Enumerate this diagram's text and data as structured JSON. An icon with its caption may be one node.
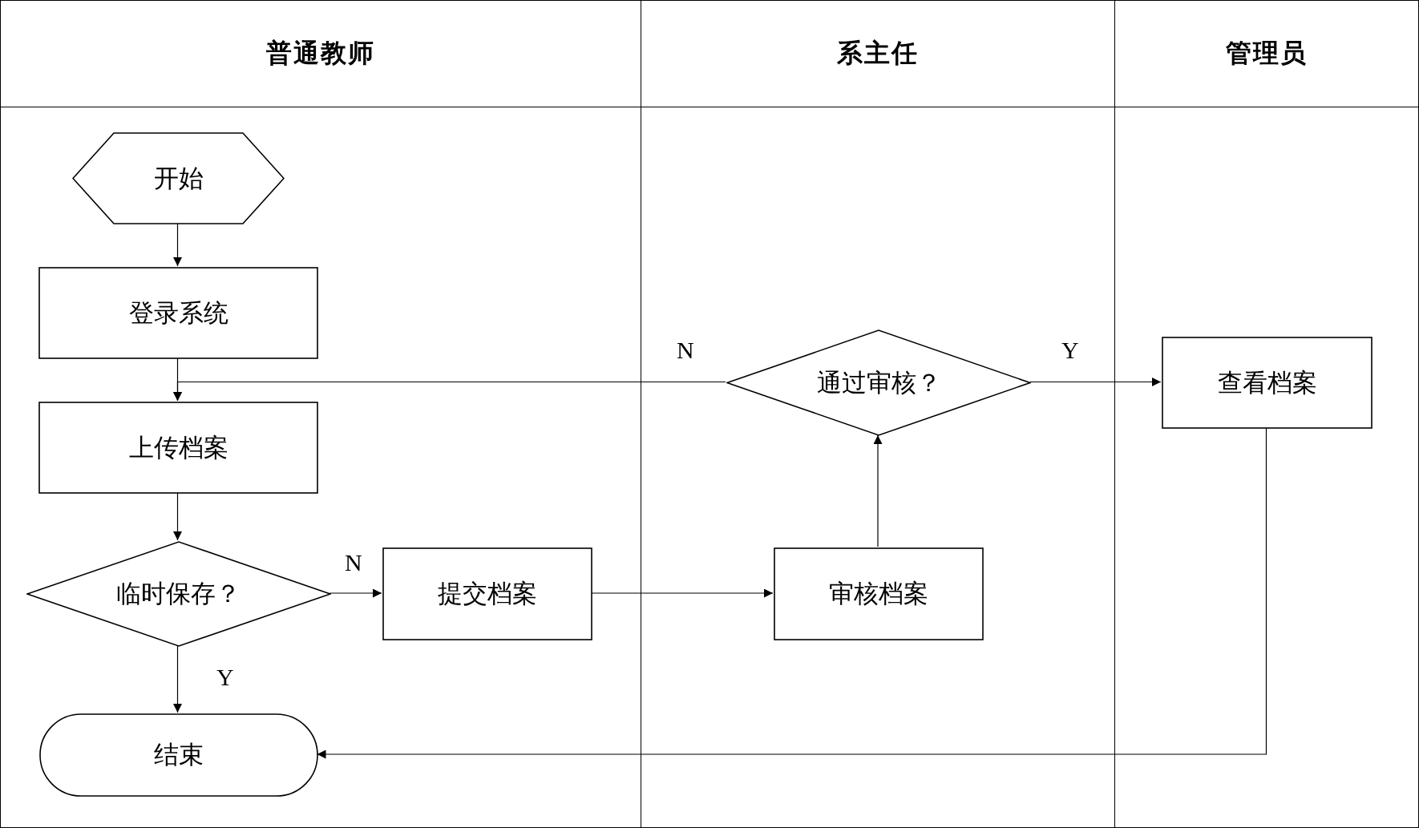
{
  "diagram": {
    "nodes": [
      {
        "text": [
          "普通教师"
        ]
      },
      {
        "text": [
          "系主任"
        ]
      },
      {
        "text": [
          "管理员"
        ]
      },
      {
        "text": [
          "开始"
        ],
        "in": 0
      },
      {
        "text": [
          "登录系统"
        ],
        "in": 0
      },
      {
        "text": [
          "上传档案"
        ],
        "in": 0
      },
      {
        "text": [
          "临时保存？"
        ],
        "in": 0
      },
      {
        "text": [
          "提交档案"
        ],
        "in": 0
      },
      {
        "text": [
          "结束"
        ],
        "in": 0
      },
      {
        "text": [
          "审核档案"
        ],
        "in": 1
      },
      {
        "text": [
          "通过审核？"
        ],
        "in": 1
      },
      {
        "text": [
          "查看档案"
        ],
        "in": 2
      }
    ],
    "edges": [
      {
        "from": 3,
        "to": 4,
        "arrow": "to"
      },
      {
        "from": 4,
        "to": 5,
        "arrow": "to"
      },
      {
        "from": 10,
        "to": 5,
        "arrow": "to",
        "label": "N"
      },
      {
        "from": 5,
        "to": 6,
        "arrow": "to"
      },
      {
        "from": 6,
        "to": 7,
        "arrow": "to",
        "label": "N"
      },
      {
        "from": 6,
        "to": 8,
        "arrow": "to",
        "label": "Y"
      },
      {
        "from": 7,
        "to": 9,
        "arrow": "to"
      },
      {
        "from": 9,
        "to": 10,
        "arrow": "to"
      },
      {
        "from": 10,
        "to": 11,
        "arrow": "to",
        "label": "Y"
      },
      {
        "from": 11,
        "to": 8,
        "arrow": "to"
      }
    ]
  }
}
